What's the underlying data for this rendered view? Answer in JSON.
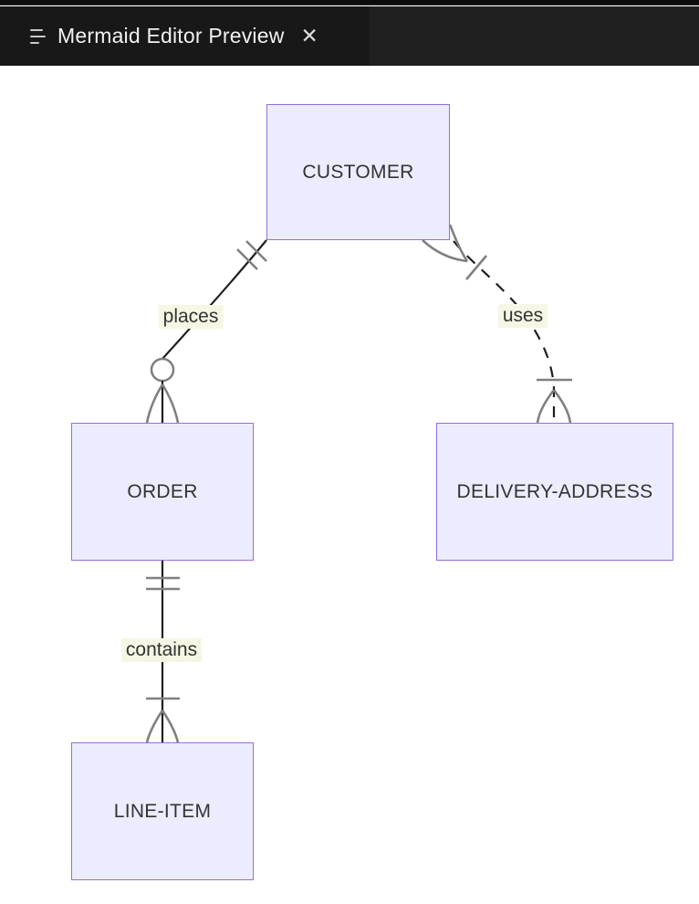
{
  "window": {
    "tab": {
      "title": "Mermaid Editor Preview"
    },
    "icons": {
      "menu": "≡",
      "close": "✕"
    }
  },
  "diagram": {
    "type": "er-diagram",
    "entities": [
      {
        "name": "CUSTOMER"
      },
      {
        "name": "ORDER"
      },
      {
        "name": "DELIVERY-ADDRESS"
      },
      {
        "name": "LINE-ITEM"
      }
    ],
    "relationships": [
      {
        "from": "CUSTOMER",
        "to": "ORDER",
        "label": "places",
        "from_cardinality": "exactly-one",
        "to_cardinality": "zero-or-many",
        "style": "solid"
      },
      {
        "from": "CUSTOMER",
        "to": "DELIVERY-ADDRESS",
        "label": "uses",
        "from_cardinality": "one-or-many",
        "to_cardinality": "one-or-many",
        "style": "dashed"
      },
      {
        "from": "ORDER",
        "to": "LINE-ITEM",
        "label": "contains",
        "from_cardinality": "exactly-one",
        "to_cardinality": "one-or-many",
        "style": "solid"
      }
    ],
    "colors": {
      "entity_fill": "#ECECFF",
      "entity_border": "#9370DB",
      "edge": "#1f1f1f",
      "marker": "#808080",
      "label_bg": "#f5f6e4",
      "label_text": "#333333"
    }
  }
}
